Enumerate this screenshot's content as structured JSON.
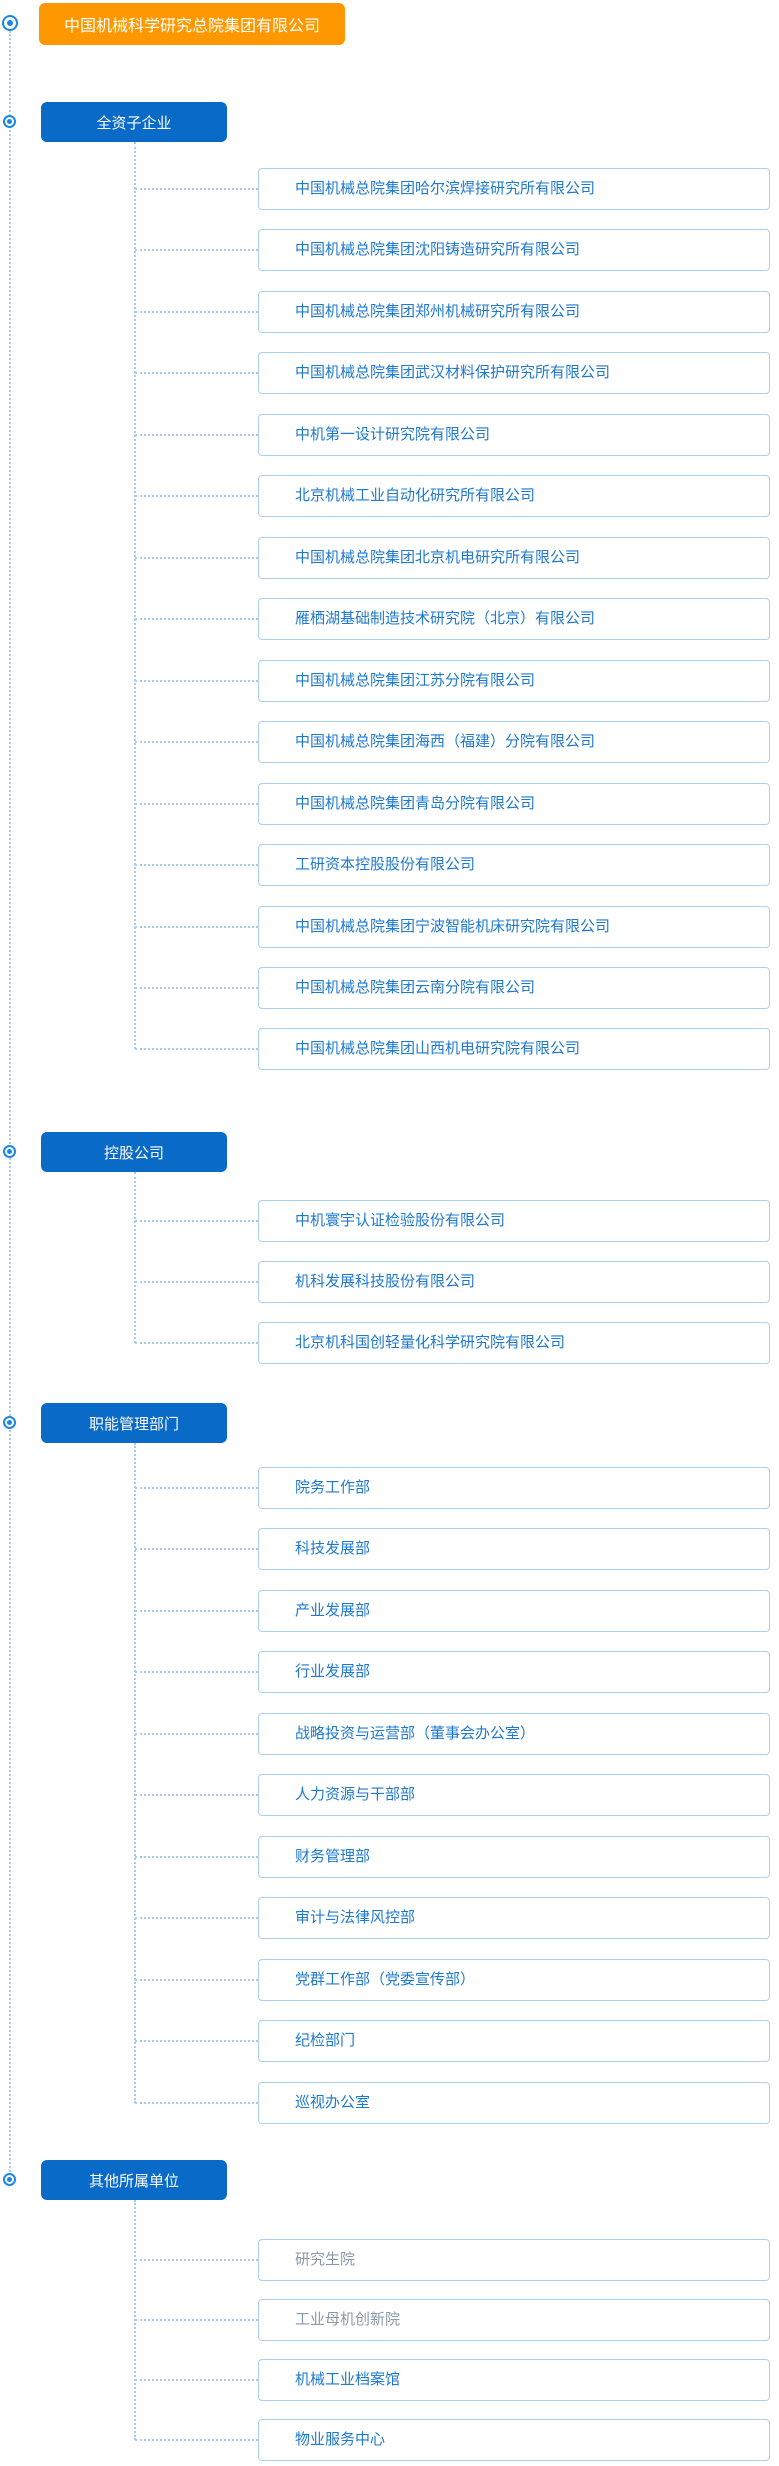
{
  "root": {
    "label": "中国机械科学研究总院集团有限公司"
  },
  "colors": {
    "root_bg": "#ff9800",
    "section_bg": "#0a6ac7",
    "item_text": "#1e79cf",
    "item_text_muted": "#8a99a8",
    "item_border": "#aed0ef",
    "connector": "#a5cbf1",
    "bullet": "#1b87e6",
    "text_on_fill": "#ffffff"
  },
  "icons": {
    "root_bullet": "target-circle-icon",
    "section_bullet": "target-circle-icon"
  },
  "sections": [
    {
      "title": "全资子企业",
      "items": [
        {
          "label": "中国机械总院集团哈尔滨焊接研究所有限公司"
        },
        {
          "label": "中国机械总院集团沈阳铸造研究所有限公司"
        },
        {
          "label": "中国机械总院集团郑州机械研究所有限公司"
        },
        {
          "label": "中国机械总院集团武汉材料保护研究所有限公司"
        },
        {
          "label": "中机第一设计研究院有限公司"
        },
        {
          "label": "北京机械工业自动化研究所有限公司"
        },
        {
          "label": "中国机械总院集团北京机电研究所有限公司"
        },
        {
          "label": "雁栖湖基础制造技术研究院（北京）有限公司"
        },
        {
          "label": "中国机械总院集团江苏分院有限公司"
        },
        {
          "label": "中国机械总院集团海西（福建）分院有限公司"
        },
        {
          "label": "中国机械总院集团青岛分院有限公司"
        },
        {
          "label": "工研资本控股股份有限公司"
        },
        {
          "label": "中国机械总院集团宁波智能机床研究院有限公司"
        },
        {
          "label": "中国机械总院集团云南分院有限公司"
        },
        {
          "label": "中国机械总院集团山西机电研究院有限公司"
        }
      ]
    },
    {
      "title": "控股公司",
      "items": [
        {
          "label": "中机寰宇认证检验股份有限公司"
        },
        {
          "label": "机科发展科技股份有限公司"
        },
        {
          "label": "北京机科国创轻量化科学研究院有限公司"
        }
      ]
    },
    {
      "title": "职能管理部门",
      "items": [
        {
          "label": "院务工作部"
        },
        {
          "label": "科技发展部"
        },
        {
          "label": "产业发展部"
        },
        {
          "label": "行业发展部"
        },
        {
          "label": "战略投资与运营部（董事会办公室）"
        },
        {
          "label": "人力资源与干部部"
        },
        {
          "label": "财务管理部"
        },
        {
          "label": "审计与法律风控部"
        },
        {
          "label": "党群工作部（党委宣传部）"
        },
        {
          "label": "纪检部门"
        },
        {
          "label": "巡视办公室"
        }
      ]
    },
    {
      "title": "其他所属单位",
      "items": [
        {
          "label": "研究生院",
          "muted": true
        },
        {
          "label": "工业母机创新院",
          "muted": true
        },
        {
          "label": "机械工业档案馆"
        },
        {
          "label": "物业服务中心"
        }
      ]
    }
  ]
}
